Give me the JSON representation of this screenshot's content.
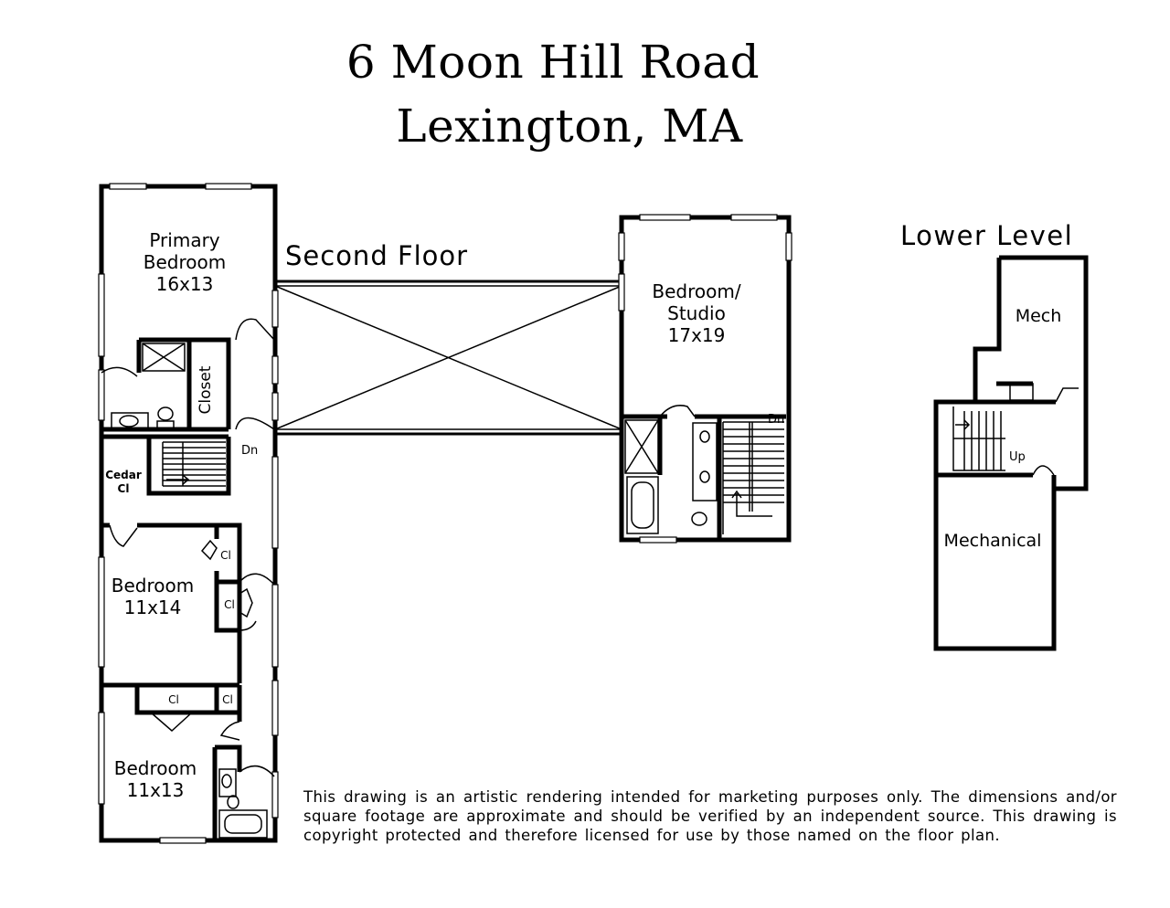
{
  "title": {
    "line1": "6 Moon Hill Road",
    "line2": "Lexington, MA"
  },
  "sections": {
    "second_floor": "Second Floor",
    "lower_level": "Lower Level"
  },
  "rooms": {
    "primary_bedroom": {
      "name1": "Primary",
      "name2": "Bedroom",
      "dims": "16x13"
    },
    "closet": "Closet",
    "cedar_closet": {
      "name1": "Cedar",
      "name2": "Cl"
    },
    "bedroom_2": {
      "name": "Bedroom",
      "dims": "11x14"
    },
    "bedroom_3": {
      "name": "Bedroom",
      "dims": "11x13"
    },
    "studio": {
      "name1": "Bedroom/",
      "name2": "Studio",
      "dims": "17x19"
    },
    "mech": "Mech",
    "mechanical": "Mechanical",
    "closet_abbr": "Cl"
  },
  "stairs": {
    "down": "Dn",
    "up": "Up"
  },
  "disclaimer": "This drawing is an artistic rendering intended for marketing purposes only.  The dimensions and/or square footage are approximate and should be verified by an independent source. This drawing is copyright protected and therefore licensed for use by those named on the floor plan."
}
